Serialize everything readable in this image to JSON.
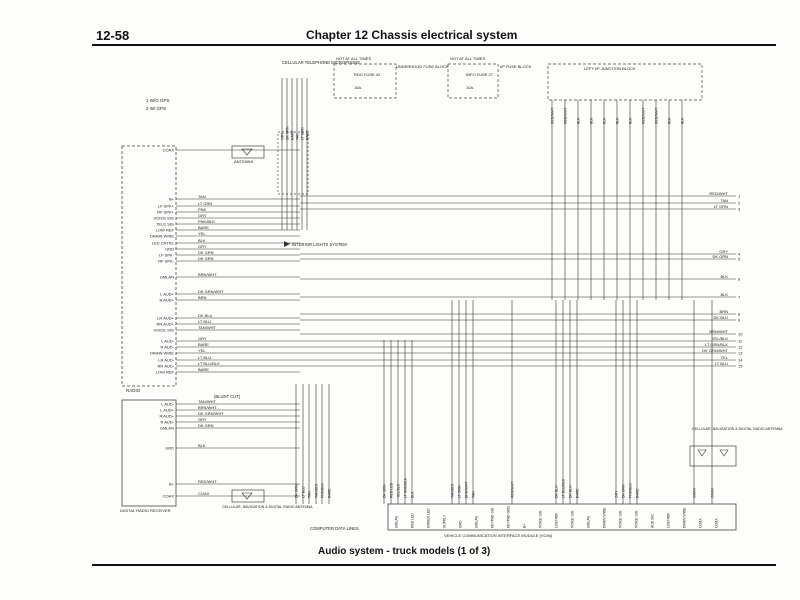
{
  "header": {
    "page_number": "12-58",
    "chapter": "Chapter 12   Chassis electrical system"
  },
  "caption": "Audio system - truck models (1 of 3)",
  "legend_notes": [
    "1  W/O GPS",
    "2  W/ GPS"
  ],
  "components": {
    "radio": "RADIO",
    "digital_radio_receiver": "DIGITAL RADIO RECEIVER",
    "vcim": "VEHICLE COMMUNICATION INTERFACE MODULE (VCIM)",
    "cell_mic": "CELLULAR TELEPHONE MICROPHONE",
    "antenna": "ANTENNA",
    "cell_nav_antenna": "CELLULAR, NAVIGATION & DIGITAL RADIO ANTENNA",
    "cell_nav_antenna_right": "CELLULAR, NAVIGATION & DIGITAL RADIO ANTENNA",
    "interior_lights": "INTERIOR LIGHTS SYSTEM",
    "computer_data_lines": "COMPUTER DATA LINES",
    "blunt_cut": "(BLUNT CUT)",
    "underhood_fuse_block": "UNDERHOOD FUSE BLOCK",
    "ip_fuse_block": "I/P FUSE BLOCK",
    "left_ip_junction_block": "LEFT I/P JUNCTION BLOCK"
  },
  "fuses": [
    {
      "hot": "HOT AT ALL TIMES",
      "name": "RDO FUSE 42",
      "amps": "15A"
    },
    {
      "hot": "HOT AT ALL TIMES",
      "name": "INFO FUSE 27",
      "amps": "10A"
    }
  ],
  "radio_pins": [
    "COAX",
    "B+",
    "LF SPK+",
    "RF SPK+",
    "VOICE SIG",
    "TELE SIG",
    "LOW REF",
    "DRAIN WIRE",
    "LED CNTRL",
    "GRD",
    "LF SPK-",
    "RF SPK-",
    "GMLAN",
    "L AUD+",
    "R AUD+",
    "LR AUD+",
    "RR AUD+",
    "VOICE SIG",
    "L AUD-",
    "R AUD-",
    "DRAIN WIRE",
    "LR AUD-",
    "RR AUD-",
    "LOW REF"
  ],
  "radio_wires": [
    "RED/WHT",
    "TAN",
    "LT GRN",
    "PNK",
    "GRY",
    "PNK/BLK",
    "BARE",
    "YEL",
    "BLK",
    "GRY",
    "DK GRN",
    "DK GRN",
    "BRN/WHT",
    "DK GRN/WHT",
    "BRN",
    "DK BLU",
    "LT BLU",
    "TAN/WHT",
    "GRY",
    "BARE",
    "YEL",
    "LT BLU",
    "LT BLU/BLK",
    "BARE"
  ],
  "receiver_pins": [
    "L AUD-",
    "L AUD+",
    "R AUD+",
    "R AUD-",
    "GMLAN",
    "GRD",
    "B+",
    "COAX"
  ],
  "receiver_wires": [
    "TAN/WHT",
    "BRN/WHT",
    "DK GRN/WHT",
    "GRY",
    "DK GRN",
    "BLK",
    "RED/WHT",
    "COAX"
  ],
  "right_wires": [
    {
      "label": "RED/WHT",
      "n": "1"
    },
    {
      "label": "TAN",
      "n": "2"
    },
    {
      "label": "LT GRN",
      "n": "3"
    },
    {
      "label": "GRY",
      "n": "4"
    },
    {
      "label": "DK GRN",
      "n": "5"
    },
    {
      "label": "BLK",
      "n": "6"
    },
    {
      "label": "BLK",
      "n": "7"
    },
    {
      "label": "BRN",
      "n": "8"
    },
    {
      "label": "DK BLU",
      "n": "9"
    },
    {
      "label": "BRN/WHT",
      "n": "10"
    },
    {
      "label": "YEL/BLK",
      "n": "11"
    },
    {
      "label": "LT GRN/BLK",
      "n": "12"
    },
    {
      "label": "DK GRN/WHT",
      "n": "13"
    },
    {
      "label": "YEL",
      "n": "14"
    },
    {
      "label": "LT BLU",
      "n": "15"
    }
  ],
  "junction_wires": [
    "RED/WHT",
    "RED/WHT",
    "BLK",
    "BLK",
    "BLK",
    "BLK",
    "BLK",
    "RED/WHT",
    "RED/WHT",
    "BLK",
    "BLK"
  ],
  "mic_wires": [
    "GRY",
    "DK GRN",
    "BARE",
    "TAN",
    "LT GRN",
    "BARE"
  ],
  "bottom_wires": [
    "DK GRN",
    "LT BLU",
    "TAN",
    "TAN/BLK",
    "PNK/BLK",
    "BARE",
    "DK GRN",
    "RED LED",
    "YEL/BLK",
    "LT GRN/BLK",
    "BLK",
    "TAN/BLK",
    "LT GRN",
    "BRN/WHT",
    "TAN",
    "RED/WHT",
    "DK BLU",
    "LT BLU/BLK",
    "DK BLU",
    "BARE",
    "GRY",
    "DK GRN",
    "PNK/BLK",
    "BARE",
    "COAX",
    "COAX"
  ],
  "vcim_pins": [
    "GMLAN",
    "RED LED",
    "GREEN LED",
    "SUPPLY",
    "GRD",
    "GMLAN",
    "KEYPAD SIG",
    "KEYPAD GRD",
    "B+",
    "VOICE SIG",
    "LOW REF",
    "VOICE SIG",
    "GMLAN",
    "DRAIN WIRE",
    "VOICE SIG",
    "VOICE SIG",
    "AUD SIG",
    "LOW REF",
    "DRAIN WIRE",
    "COAX",
    "COAX"
  ]
}
